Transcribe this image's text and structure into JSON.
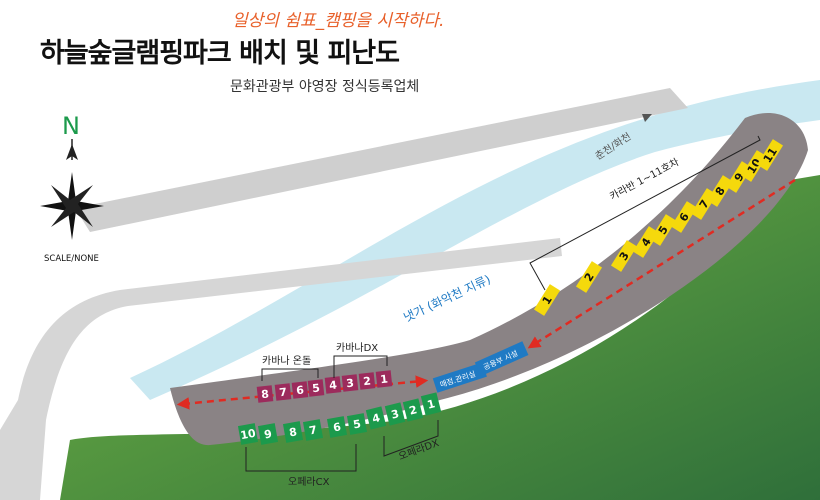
{
  "header": {
    "tagline": "일상의 쉼표_캠핑을 시작하다.",
    "title": "하늘숲글램핑파크 배치 및 피난도",
    "subtitle": "문화관광부 야영장 정식등록업체"
  },
  "compass": {
    "north_label": "N",
    "scale_label": "SCALE/NONE"
  },
  "roads": {
    "road_label": "춘천/화천"
  },
  "river": {
    "label": "냇가 (화악천 지류)"
  },
  "caravan": {
    "group_label": "카라반 1~11호차",
    "sites": [
      "1",
      "2",
      "3",
      "4",
      "5",
      "6",
      "7",
      "8",
      "9",
      "10",
      "11"
    ],
    "color": "#f5d90c"
  },
  "cabana_ondol": {
    "label": "카바나 온돌",
    "sites": [
      "8",
      "7",
      "6",
      "5"
    ],
    "color": "#9c2b5c"
  },
  "cabana_dx": {
    "label": "카바나DX",
    "sites": [
      "4",
      "3",
      "2",
      "1"
    ],
    "color": "#9c2b5c"
  },
  "opera_cx": {
    "label": "오페라CX",
    "sites": [
      "10",
      "9",
      "8",
      "7",
      "6",
      "5"
    ],
    "color": "#1c9a4c"
  },
  "opera_dx": {
    "label": "오페라DX",
    "sites": [
      "4",
      "3",
      "2",
      "1"
    ],
    "color": "#1c9a4c"
  },
  "facilities": [
    {
      "label": "매점.관리실"
    },
    {
      "label": "공용부 시설"
    }
  ],
  "colors": {
    "site_ground": "#8a8385",
    "river": "#c9e8f1",
    "road": "#cfcfcf",
    "forest": "#4f9e3a",
    "evacuation_route": "#e02b22",
    "facility": "#1f7ac4"
  }
}
